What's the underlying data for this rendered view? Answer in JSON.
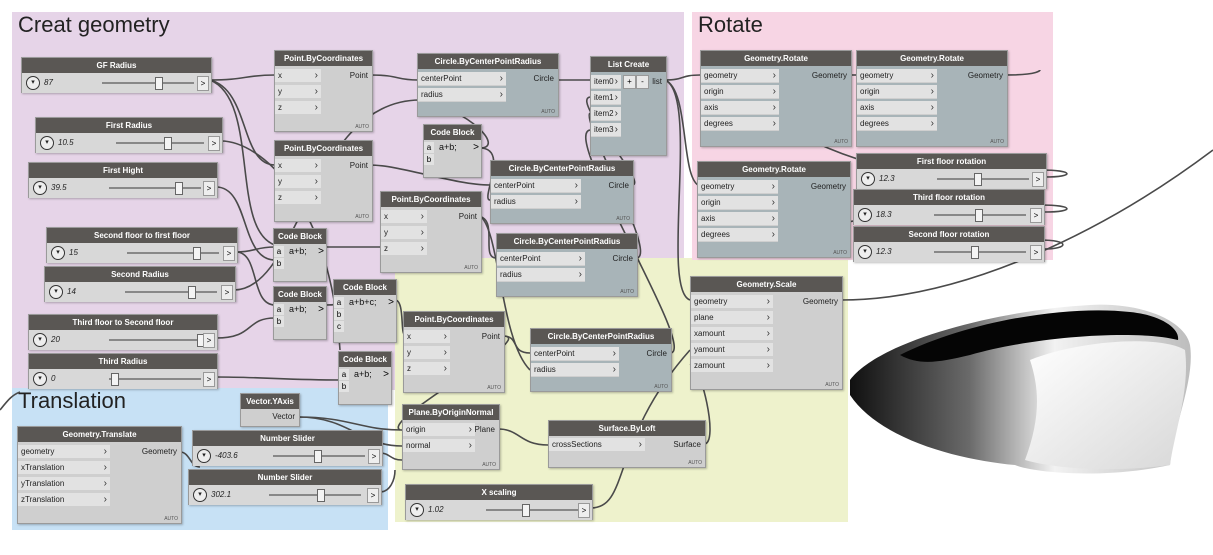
{
  "groups": {
    "create": "Creat geometry",
    "rotate": "Rotate",
    "translation": "Translation"
  },
  "colors": {
    "create_bg": "#e6d4e8",
    "rotate_bg": "#f7d5e4",
    "translation_bg": "#c7e1f5",
    "scale_bg": "#eef2cc",
    "node_header": "#5a5754",
    "node_body": "#cfcfcf",
    "wire": "#4a4a4a"
  },
  "common": {
    "auto": "AUTO",
    "chevron": "›",
    "minus": "-",
    "plus": "+",
    "out_arrow": ">"
  },
  "sliders": {
    "gf_radius": {
      "title": "GF Radius",
      "value": "87",
      "level": 0.6
    },
    "first_radius": {
      "title": "First Radius",
      "value": "10.5",
      "level": 0.55
    },
    "first_hight": {
      "title": "First Hight",
      "value": "39.5",
      "level": 0.85
    },
    "second_to_first": {
      "title": "Second floor to first floor",
      "value": "15",
      "level": 0.72
    },
    "second_radius": {
      "title": "Second Radius",
      "value": "14",
      "level": 0.7
    },
    "third_to_second": {
      "title": "Third floor to Second floor",
      "value": "20",
      "level": 0.95
    },
    "third_radius": {
      "title": "Third Radius",
      "value": "0",
      "level": 0.0
    },
    "number_slider_1": {
      "title": "Number Slider",
      "value": "-403.6",
      "level": 0.45
    },
    "number_slider_2": {
      "title": "Number Slider",
      "value": "302.1",
      "level": 0.55
    },
    "x_scaling": {
      "title": "X scaling",
      "value": "1.02",
      "level": 0.4
    },
    "first_floor_rot": {
      "title": "First floor rotation",
      "value": "12.3",
      "level": 0.4
    },
    "third_floor_rot": {
      "title": "Third floor rotation",
      "value": "18.3",
      "level": 0.45
    },
    "second_floor_rot": {
      "title": "Second floor rotation",
      "value": "12.3",
      "level": 0.4
    }
  },
  "nodes": {
    "point_by_coords": {
      "title": "Point.ByCoordinates",
      "inputs": [
        "x",
        "y",
        "z"
      ],
      "output": "Point"
    },
    "circle_by_cpr": {
      "title": "Circle.ByCenterPointRadius",
      "inputs": [
        "centerPoint",
        "radius"
      ],
      "output": "Circle"
    },
    "list_create": {
      "title": "List Create",
      "inputs": [
        "item0",
        "item1",
        "item2",
        "item3"
      ],
      "output": "list"
    },
    "code_block": {
      "title": "Code Block",
      "inputs": [
        "a",
        "b",
        "c"
      ]
    },
    "code_ab": "a+b;",
    "code_abc": "a+b+c;",
    "geometry_rotate": {
      "title": "Geometry.Rotate",
      "inputs": [
        "geometry",
        "origin",
        "axis",
        "degrees"
      ],
      "output": "Geometry"
    },
    "geometry_scale": {
      "title": "Geometry.Scale",
      "inputs": [
        "geometry",
        "plane",
        "xamount",
        "yamount",
        "zamount"
      ],
      "output": "Geometry"
    },
    "geometry_translate": {
      "title": "Geometry.Translate",
      "inputs": [
        "geometry",
        "xTranslation",
        "yTranslation",
        "zTranslation"
      ],
      "output": "Geometry"
    },
    "vector_yaxis": {
      "title": "Vector.YAxis",
      "output": "Vector"
    },
    "plane_by_origin_normal": {
      "title": "Plane.ByOriginNormal",
      "inputs": [
        "origin",
        "normal"
      ],
      "output": "Plane"
    },
    "surface_by_loft": {
      "title": "Surface.ByLoft",
      "inputs": [
        "crossSections"
      ],
      "output": "Surface"
    }
  }
}
